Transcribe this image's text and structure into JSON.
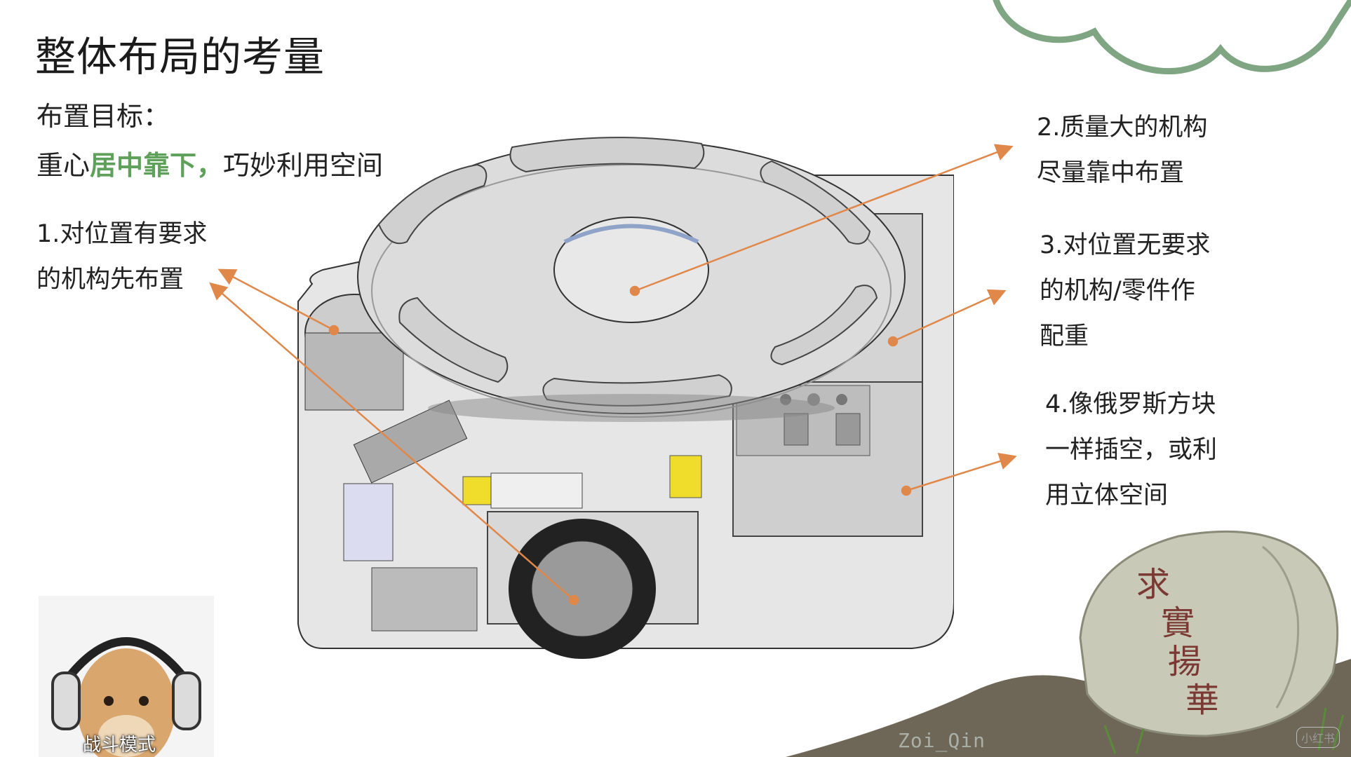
{
  "slide": {
    "title": "整体布局的考量",
    "subtitle": "布置目标：",
    "goal": {
      "prefix": "重心",
      "highlight": "居中靠下，",
      "suffix": "巧妙利用空间"
    },
    "notes": [
      {
        "lines": [
          "1.对位置有要求",
          "的机构先布置"
        ]
      },
      {
        "lines": [
          "2.质量大的机构",
          "尽量靠中布置"
        ]
      },
      {
        "lines": [
          "3.对位置无要求",
          "的机构/零件作",
          "配重"
        ]
      },
      {
        "lines": [
          "4.像俄罗斯方块",
          "一样插空，或利",
          "用立体空间"
        ]
      }
    ]
  },
  "overlay": {
    "presenter_label": "战斗模式",
    "watermark": "Zoi_Qin",
    "brand": "小红书"
  },
  "decor": {
    "stone_text": [
      "求",
      "實",
      "揚",
      "華"
    ],
    "accent_color": "#5fa05a",
    "arrow_color": "#e0874a",
    "cloud_color": "#7fa583"
  }
}
